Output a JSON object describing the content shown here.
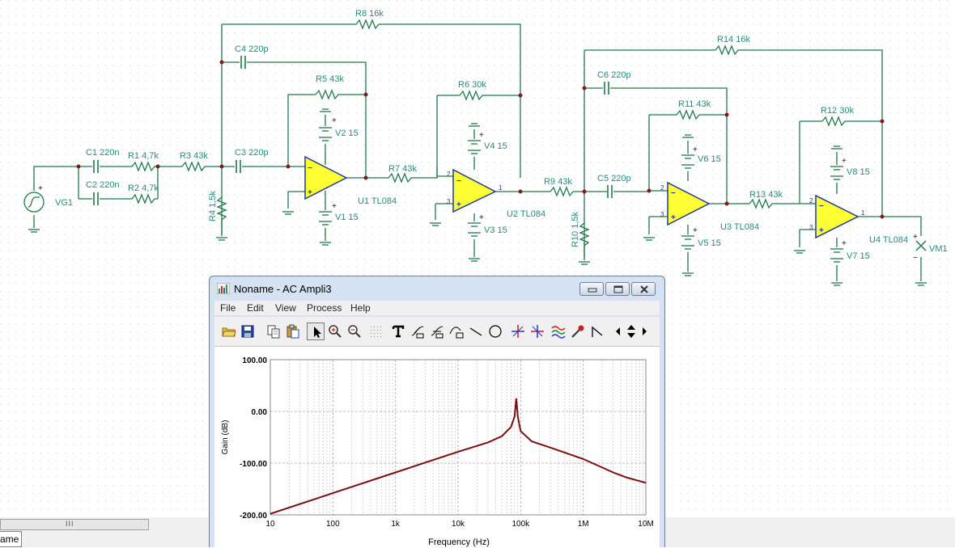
{
  "schematic": {
    "labels": {
      "vg1": "VG1",
      "c1": "C1 220n",
      "r1": "R1 4,7k",
      "c2": "C2 220n",
      "r2": "R2 4,7k",
      "r3": "R3 43k",
      "r4": "R4 1,5k",
      "c3": "C3 220p",
      "c4": "C4 220p",
      "r5": "R5 43k",
      "r8": "R8 16k",
      "v2": "V2 15",
      "v1": "V1 15",
      "u1": "U1 TL084",
      "r7": "R7 43k",
      "r6": "R6 30k",
      "v4": "V4 15",
      "v3": "V3 15",
      "u2": "U2 TL084",
      "r9": "R9 43k",
      "r10": "R10 1,5k",
      "c5": "C5 220p",
      "c6": "C6 220p",
      "r11": "R11 43k",
      "r14": "R14 16k",
      "v6": "V6 15",
      "v5": "V5 15",
      "u3": "U3 TL084",
      "r13": "R13 43k",
      "r12": "R12 30k",
      "v8": "V8 15",
      "v7": "V7 15",
      "u4": "U4 TL084",
      "vm1": "VM1"
    },
    "pins": {
      "two": "2",
      "three": "3",
      "one": "1",
      "plus": "+",
      "minus": "−"
    }
  },
  "bottom": {
    "scroll_grip": "III",
    "doc_tab": "ame"
  },
  "window": {
    "title": "Noname - AC Ampli3",
    "menu": [
      "File",
      "Edit",
      "View",
      "Process",
      "Help"
    ]
  },
  "icons": {
    "toolbar": [
      "open-folder-icon",
      "save-icon",
      "copy-icon",
      "paste-icon",
      "pointer-icon",
      "zoom-in-icon",
      "zoom-out-icon",
      "grid-icon",
      "text-icon",
      "curve-label-icon",
      "curve-label-alt-icon",
      "curve-marker-icon",
      "line-icon",
      "circle-icon",
      "cursor-a-icon",
      "cursor-b-icon",
      "waveforms-icon",
      "probe-icon",
      "slope-icon",
      "scroll-left-icon",
      "scroll-updown-icon",
      "scroll-right-icon"
    ]
  },
  "colors": {
    "wire": "#1f7a4a",
    "component": "#2a8a7e",
    "node": "#7a1d1d",
    "opamp_fill": "#ffff33",
    "opamp_stroke": "#1f3b99",
    "curve": "#7b0f0f",
    "window_frame": "#d5e2f1"
  },
  "chart_data": {
    "type": "line",
    "xlabel": "Frequency (Hz)",
    "ylabel": "Gain (dB)",
    "x_scale": "log",
    "xlim": [
      10,
      10000000
    ],
    "ylim": [
      -200,
      100
    ],
    "x_ticks": [
      "10",
      "100",
      "1k",
      "10k",
      "100k",
      "1M",
      "10M"
    ],
    "y_ticks": [
      "100.00",
      "0.00",
      "-100.00",
      "-200.00"
    ],
    "grid": true,
    "series": [
      {
        "x": [
          10,
          100,
          1000,
          10000,
          30000,
          50000,
          70000,
          80000,
          85000,
          90000,
          100000,
          150000,
          300000,
          1000000,
          3000000,
          5000000,
          10000000
        ],
        "y": [
          -198,
          -158,
          -118,
          -78,
          -60,
          -48,
          -30,
          -10,
          25,
          -10,
          -38,
          -58,
          -70,
          -92,
          -118,
          -128,
          -138
        ]
      }
    ]
  }
}
